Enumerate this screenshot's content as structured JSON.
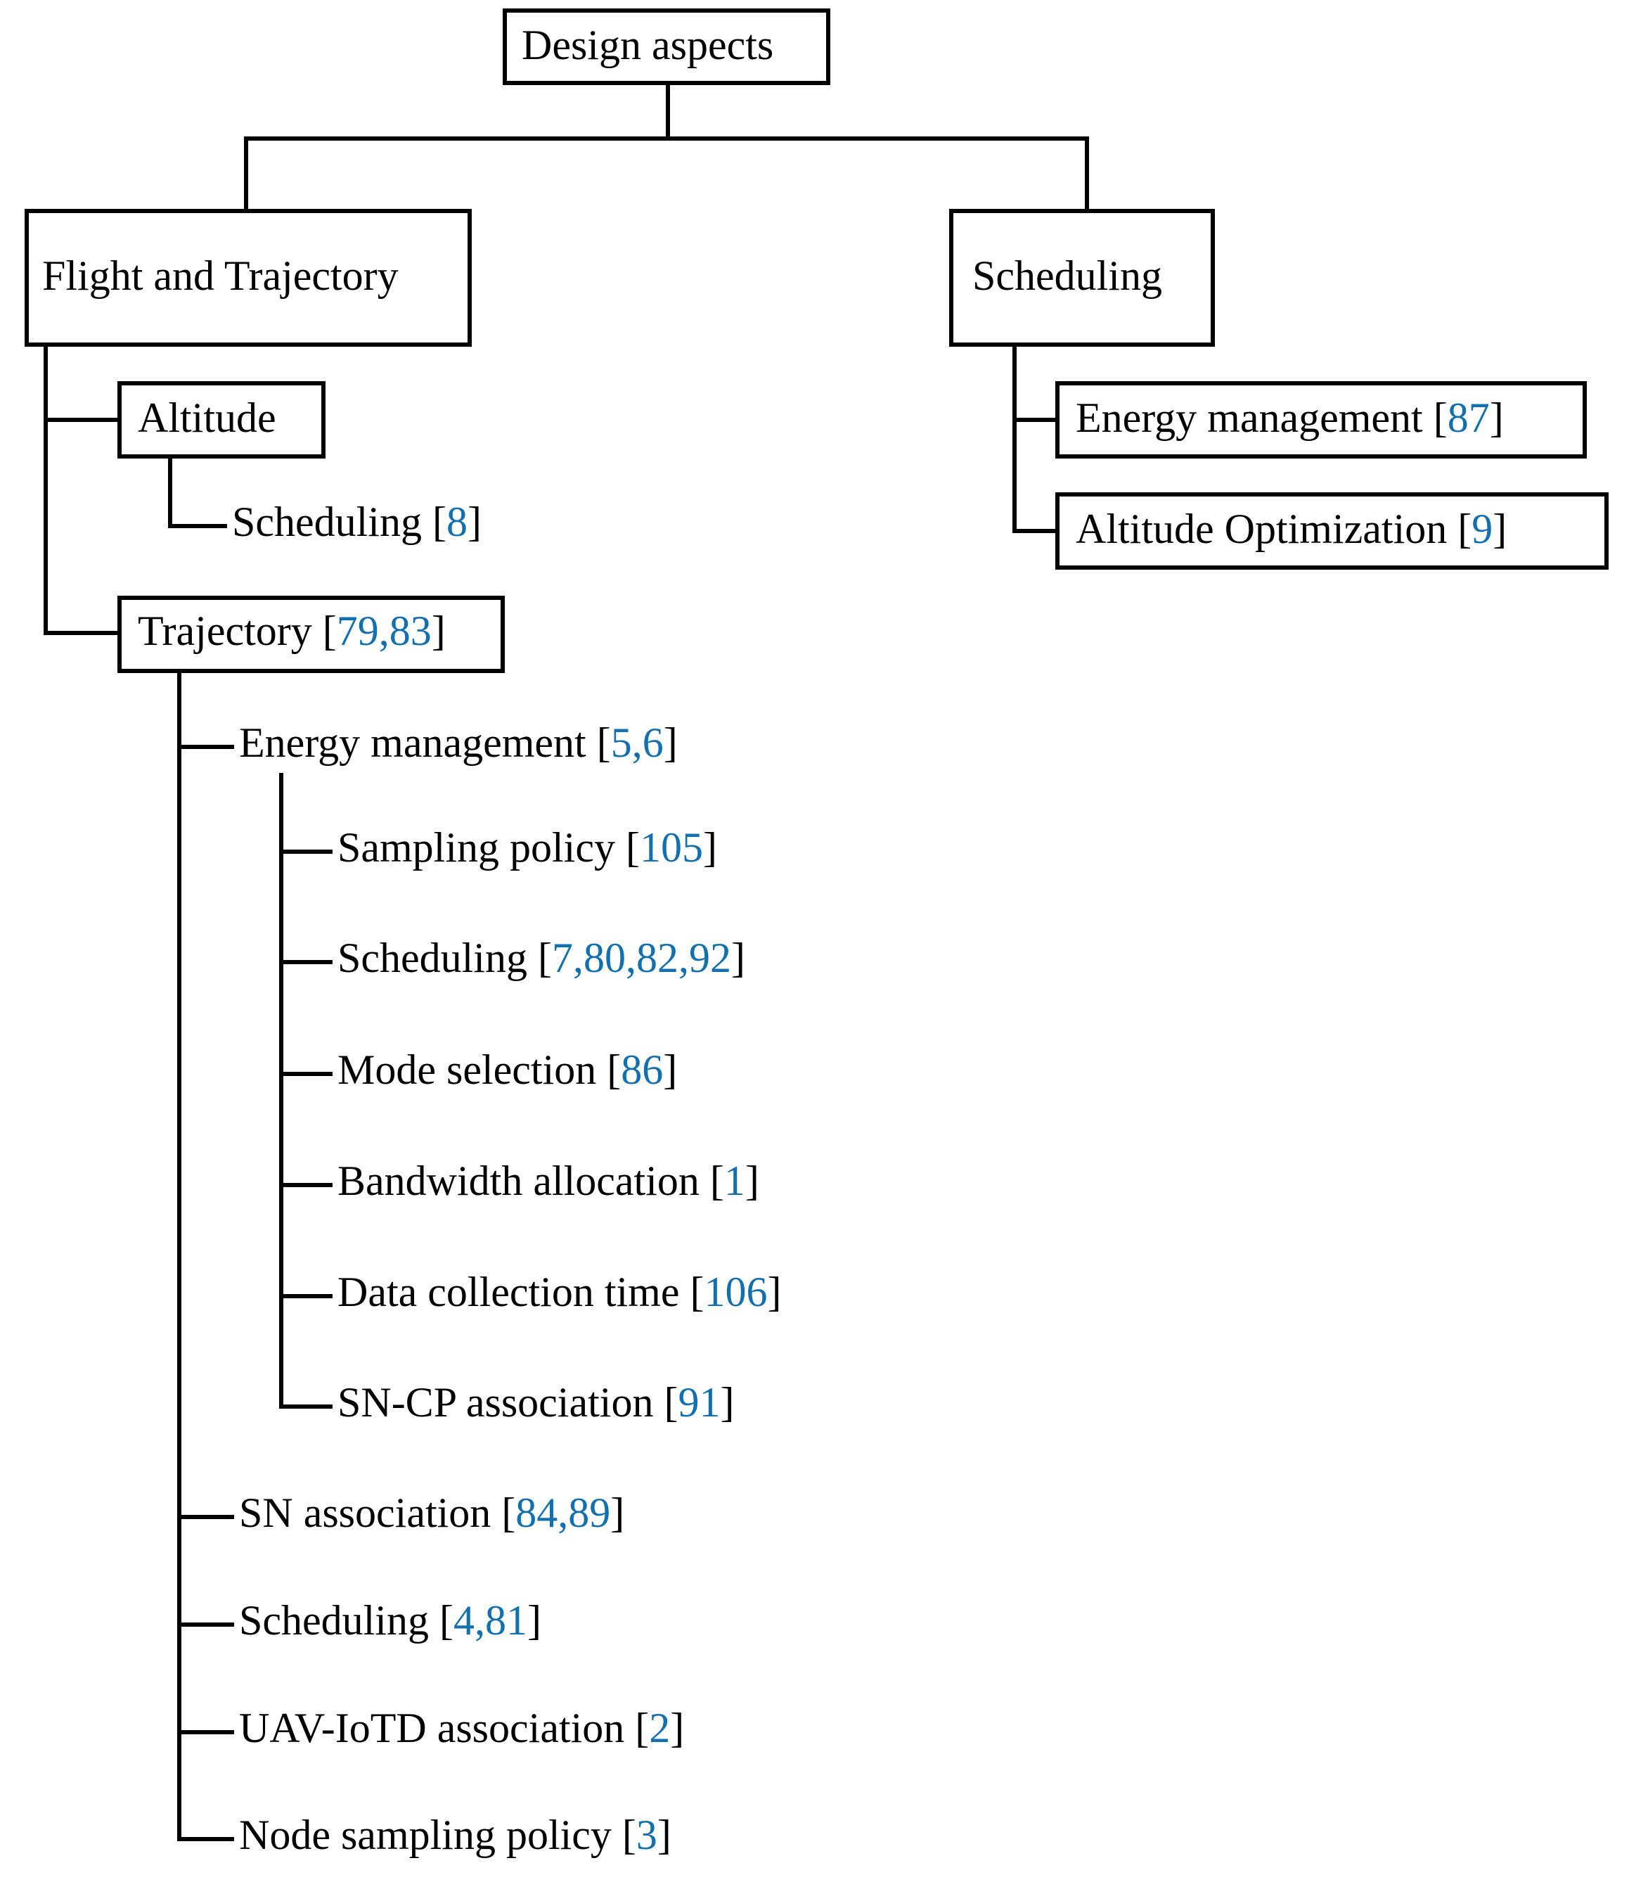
{
  "diagram": {
    "title": "Design aspects taxonomy",
    "type": "tree",
    "colors": {
      "background": "#ffffff",
      "line": "#000000",
      "text": "#000000",
      "citation": "#1270b0"
    },
    "nodes": {
      "root": {
        "label": "Design aspects",
        "boxed": true,
        "citation": ""
      },
      "flight_and_trajectory": {
        "label": "Flight and Trajectory",
        "boxed": true,
        "citation": ""
      },
      "scheduling_branch": {
        "label": "Scheduling",
        "boxed": true,
        "citation": ""
      },
      "altitude": {
        "label": "Altitude",
        "boxed": true,
        "citation": ""
      },
      "altitude_scheduling": {
        "label": "Scheduling ",
        "boxed": false,
        "citation": "8"
      },
      "trajectory": {
        "label": "Trajectory ",
        "boxed": true,
        "citation": "79,83"
      },
      "energy_management": {
        "label": "Energy management ",
        "boxed": false,
        "citation": "5,6"
      },
      "sampling_policy": {
        "label": "Sampling policy ",
        "boxed": false,
        "citation": "105"
      },
      "em_scheduling": {
        "label": "Scheduling ",
        "boxed": false,
        "citation": "7,80,82,92"
      },
      "mode_selection": {
        "label": "Mode selection ",
        "boxed": false,
        "citation": "86"
      },
      "bandwidth_allocation": {
        "label": "Bandwidth allocation ",
        "boxed": false,
        "citation": "1"
      },
      "data_collection_time": {
        "label": "Data collection time ",
        "boxed": false,
        "citation": "106"
      },
      "sn_cp_association": {
        "label": "SN-CP association ",
        "boxed": false,
        "citation": "91"
      },
      "sn_association": {
        "label": "SN association ",
        "boxed": false,
        "citation": "84,89"
      },
      "traj_scheduling": {
        "label": "Scheduling ",
        "boxed": false,
        "citation": "4,81"
      },
      "uav_iotd_association": {
        "label": "UAV-IoTD association ",
        "boxed": false,
        "citation": "2"
      },
      "node_sampling_policy": {
        "label": "Node sampling policy ",
        "boxed": false,
        "citation": "3"
      },
      "sched_energy_management": {
        "label": "Energy management ",
        "boxed": true,
        "citation": "87"
      },
      "sched_altitude_optimization": {
        "label": "Altitude Optimization ",
        "boxed": true,
        "citation": "9"
      }
    },
    "bracket_open": "[",
    "bracket_close": "]"
  }
}
